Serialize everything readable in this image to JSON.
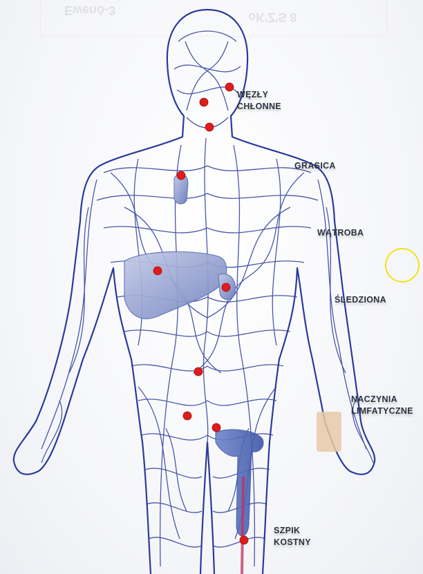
{
  "labels": {
    "lymph_nodes": "WĘZŁY\nCHŁONNE",
    "thymus": "GRASICA",
    "liver": "WĄTROBA",
    "spleen": "ŚLEDZIONA",
    "lymph_vessels": "NACZYNIA\nLIMFATYCZNE",
    "bone_marrow": "SZPIK\nKOSTNY"
  },
  "colors": {
    "vessel": "#2a3a9a",
    "vessel_light": "#5566c0",
    "organ": "#8a99cc",
    "node": "#e01b1b",
    "cursor_ring": "#f2e21a",
    "label_text": "#2c3440",
    "skin_patch": "#e8c9a8"
  },
  "faded_header": {
    "left": "Ewenō-3",
    "right": "oK'Z'S 8"
  }
}
